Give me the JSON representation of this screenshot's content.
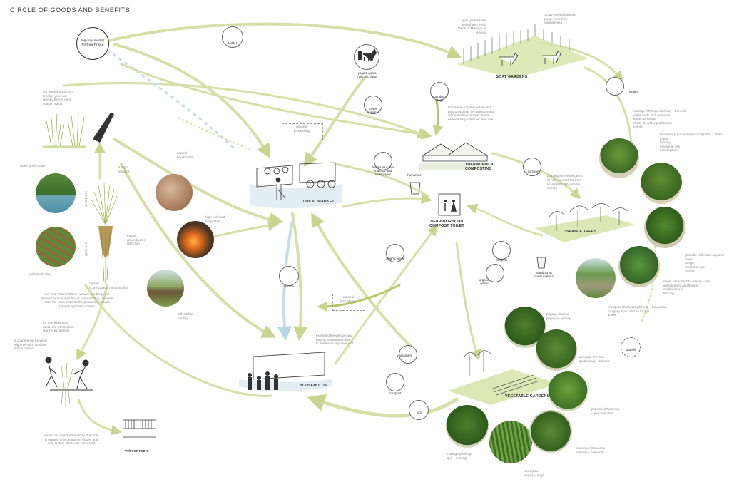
{
  "title": "CIRCLE OF GOODS AND BENEFITS",
  "colors": {
    "arrow_green": "#c8d58e",
    "arrow_olive": "#a9bd4e",
    "arrow_blue": "#b6d6e2",
    "ground_green": "#cfdc98",
    "water_blue": "#bfe0ea"
  },
  "nodes": {
    "regional_market": "regional market\nPort-au-Prince",
    "local_market": "LOCAL MARKET",
    "households": "HOUSEHOLDS",
    "goat_gardens": "GOAT GARDENS",
    "composting": "THERMOPHILIC\nCOMPOSTING",
    "toilet": "NEIGHBORHOOD\nCOMPOST TOILET",
    "useable_trees": "USEABLE TREES",
    "vegetable_gardens": "VEGETABLE GARDENS",
    "vetiver_roots": "vetiver roots",
    "sawmill": "sawmill"
  },
  "icons": {
    "fodder_top": "fodder",
    "yogurt": "yogurt, goats,\nmilk and meat",
    "cover_material": "cover\nmaterial",
    "goat_droppings": "goat drop-\npings",
    "fodder_right": "fodder",
    "compost_right": "compost",
    "humanure": "humanure",
    "leaves": "leaves as cover\nmaterial and\ntoilet paper",
    "organic_waste": "organic waste",
    "organic_waste_2": "organic\nwaste",
    "compost_mid": "compost",
    "sawdust": "sawdust as\ncover material",
    "income": "income",
    "vegetables": "vegetables",
    "compost_bottom": "compost",
    "food": "food"
  },
  "notes": {
    "optional_processing_1": "optional\nprocessing",
    "optional_processing_2": "optional\nprocessing",
    "cut_vetiver": "cut Vetiver grass 3–4\ntimes a year, not\ndirectly before rainy\nseason starts",
    "straight_sec": "straight\nsecuant",
    "natural_handicrafts": "natural\nhandicrafts",
    "high_fuel": "high fuel load\nbriquettes",
    "water_purification": "water purification",
    "soil_stabilization": "soil stabilization",
    "up_to_15m": "up to 1,5 m",
    "up_to_4m": "up to 4 m",
    "fodder_retention": "fodder,\ngroundwater\nretention",
    "vetiver_name": "Vetiver\n(Chrysopogon zizanioides)",
    "affordable_roofing": "affordable\nroofing",
    "low_cost_latrine": "low-cost Vetiver latrine: Vetiver seedlings are\nplanted around a pit that is covered by a concrete\nslab, the roots stabilize the pit and the leaves\nprovide a privacy screen",
    "harvesting_roots": "for harvesting the\nroots, the whole plant\nplant is excavated",
    "cooperative": "a cooperative harvests\ntogether and provides\nsocial contact",
    "vetiver_oil": "vetiver for oil extraction from the roots\nis planted only on marine slopes and\nonly certain plants are harvested",
    "goat_fenced": "goat gardens are\nfenced with living\nfence of Moringa or\nfencing",
    "run_by": "run by a neighborhood\ngroup or a micro\nentrepreneur",
    "humanure_note": "humanure, organic waste and\ngoat droppings are transformed\ninto valuable compost that is\nneeded for productive land use",
    "planting_reforestation": "planting for reforestation\nof hills, to mark borders\nof gardens and among\nstreets",
    "extended_knowledge": "extended knowledge and\nbuying possibilities lead\nto livelihood improvement",
    "moringa": "moringa (Moringa oleifera) – benzolit\nedible leafs, rich nutrients\nseeds as forage\nseeds for water purification\nfencing",
    "leucaena": "leucaena (Leucaena leucocephala) – delen\nfodder\nfencing\nmedicinal use\nconstruction",
    "gliricidia": "gliricidia (Gliricidia sepium) – piyen\nforage\nmedicinal use\nfencing",
    "neem": "neem (Azadirachta indica) – nim\nantibacterial and flowers\nmedicinal use\nfencing",
    "mesquite": "mesquite (Prosopis juliflora) – bayawonn\nforaging wood and as forage\ntimber",
    "papaya": "papaya (Carica\npapaya) – papay",
    "avocado": "avocado (Persea\ngratissima) – zaboka",
    "moringa_bottom": "moringa (Moringa\nsp.) – moringa",
    "plantain": "plantain (Musa sp.)\n– pye bannann",
    "cucumber": "cucumber (Cucumis\nsativus) – konkonm",
    "corn": "corn (Zea\nmays) – mayi"
  }
}
